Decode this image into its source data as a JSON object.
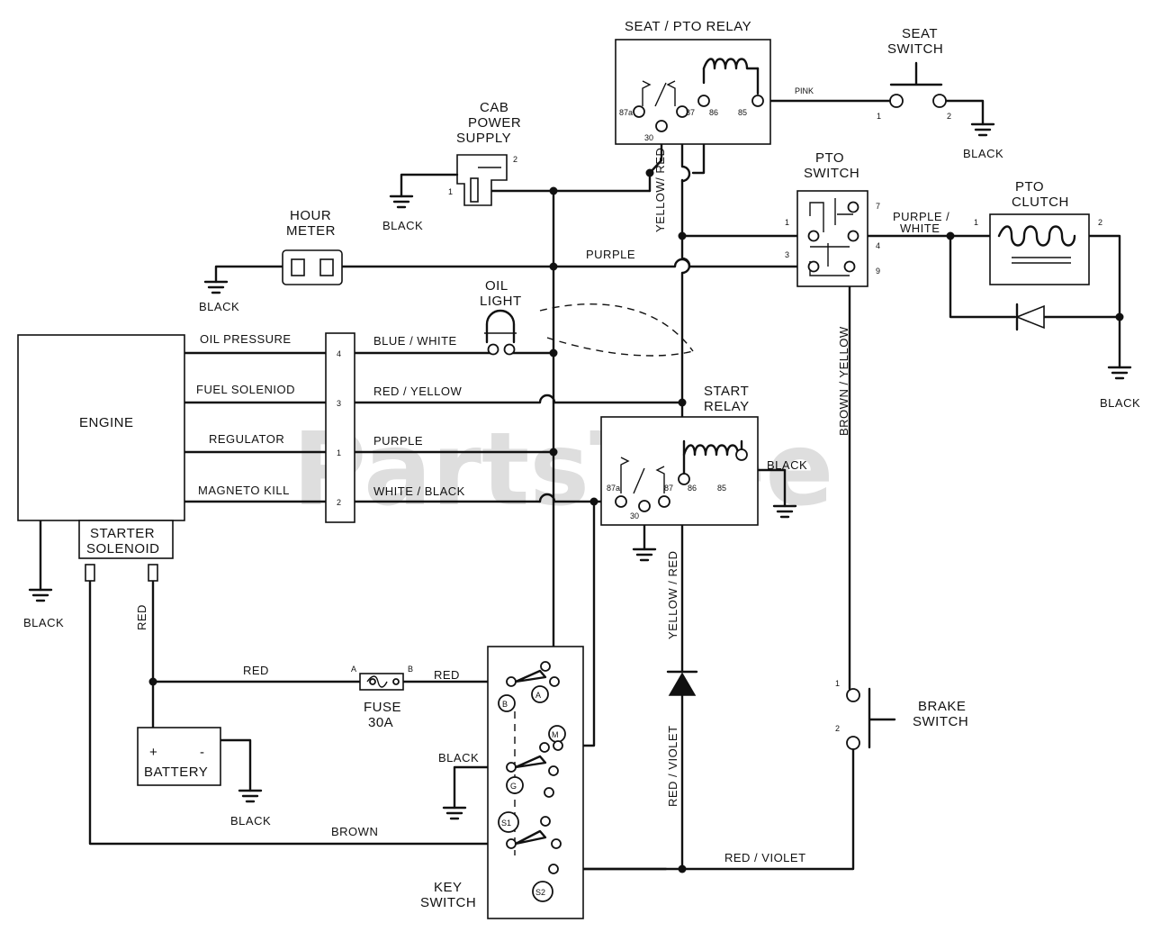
{
  "watermark": "PartsTree",
  "components": {
    "seat_pto_relay": "SEAT / PTO RELAY",
    "seat_switch": [
      "SEAT",
      "SWITCH"
    ],
    "cab_power_supply": [
      "CAB",
      "POWER",
      "SUPPLY"
    ],
    "pto_switch": [
      "PTO",
      "SWITCH"
    ],
    "pto_clutch": [
      "PTO",
      "CLUTCH"
    ],
    "hour_meter": [
      "HOUR",
      "METER"
    ],
    "oil_light": [
      "OIL",
      "LIGHT"
    ],
    "engine": "ENGINE",
    "start_relay": [
      "START",
      "RELAY"
    ],
    "starter_solenoid": [
      "STARTER",
      "SOLENOID"
    ],
    "fuse": [
      "FUSE",
      "30A"
    ],
    "battery": "BATTERY",
    "key_switch": [
      "KEY",
      "SWITCH"
    ],
    "brake_switch": [
      "BRAKE",
      "SWITCH"
    ]
  },
  "engine_leads": [
    "OIL PRESSURE",
    "FUEL SOLENIOD",
    "REGULATOR",
    "MAGNETO KILL"
  ],
  "connector_pins": [
    "4",
    "3",
    "1",
    "2"
  ],
  "wires": {
    "pink": "PINK",
    "black": "BLACK",
    "purple": "PURPLE",
    "purple_white": [
      "PURPLE /",
      "WHITE"
    ],
    "yellow_red_top": "YELLOW/ RED",
    "brown_yellow": "BROWN / YELLOW",
    "blue_white": "BLUE / WHITE",
    "red_yellow": "RED / YELLOW",
    "white_black": "WHITE / BLACK",
    "red": "RED",
    "yellow_red": "YELLOW / RED",
    "red_violet": "RED / VIOLET",
    "brown": "BROWN"
  },
  "relay_pins": [
    "87a",
    "30",
    "87",
    "86",
    "85"
  ],
  "key_positions": [
    "B",
    "A",
    "M",
    "G",
    "S1",
    "S2"
  ],
  "fuse_terminals": [
    "A",
    "B"
  ],
  "battery_terminals": [
    "+",
    "-"
  ],
  "pins": {
    "one": "1",
    "two": "2",
    "three": "3",
    "four": "4",
    "seven": "7",
    "nine": "9"
  }
}
